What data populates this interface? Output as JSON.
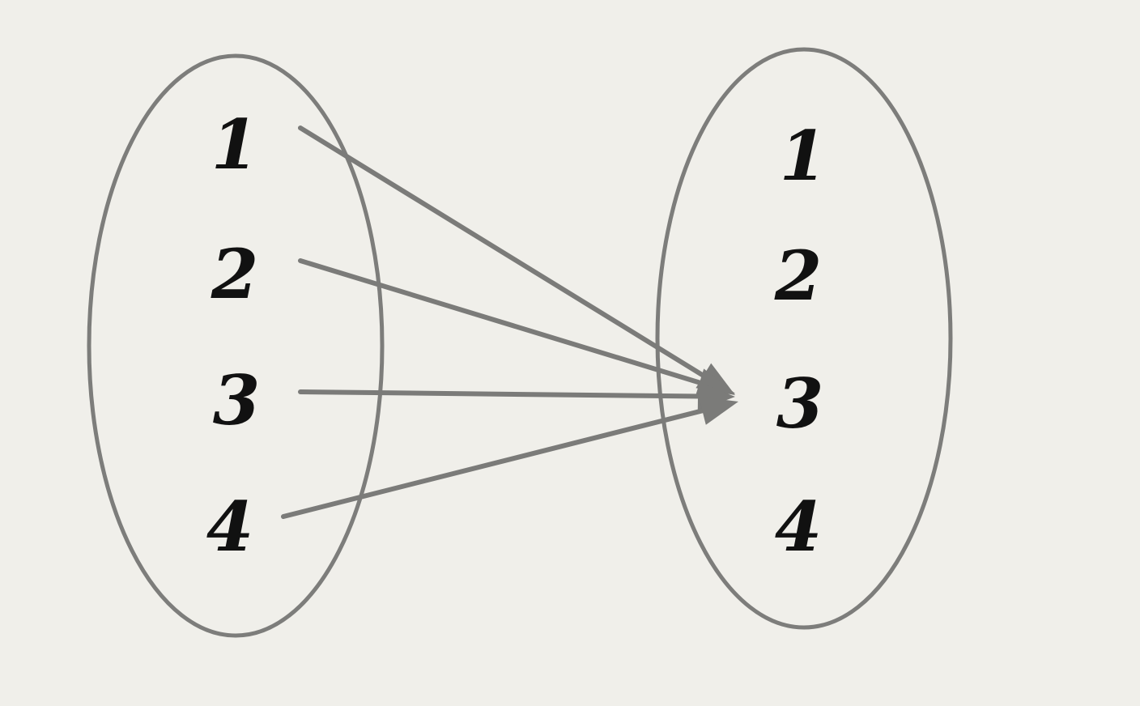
{
  "diagram": {
    "domain_set": {
      "elements": [
        "1",
        "2",
        "3",
        "4"
      ]
    },
    "codomain_set": {
      "elements": [
        "1",
        "2",
        "3",
        "4"
      ]
    },
    "mappings": [
      {
        "from": "1",
        "to": "3"
      },
      {
        "from": "2",
        "to": "3"
      },
      {
        "from": "3",
        "to": "3"
      },
      {
        "from": "4",
        "to": "3"
      }
    ],
    "colors": {
      "outline": "#7d7d7b",
      "arrow": "#7b7b79",
      "label": "#111111",
      "background": "#f0efea"
    }
  }
}
